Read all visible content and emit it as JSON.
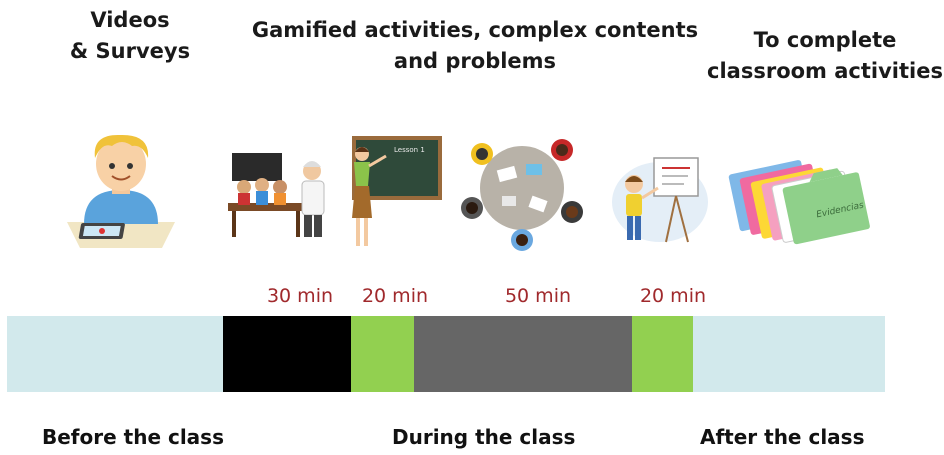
{
  "headers": {
    "before": [
      "Videos",
      "& Surveys"
    ],
    "during": [
      "Gamified activities, complex contents",
      "and problems"
    ],
    "after": [
      "To complete",
      "classroom activities"
    ]
  },
  "illustrations": {
    "blackboard_text": "Lesson 1",
    "folder_label": "Evidencias"
  },
  "durations": [
    "30 min",
    "20 min",
    "50 min",
    "20 min"
  ],
  "timeline": {
    "segments": [
      {
        "color": "#d2e9ec"
      },
      {
        "color": "#000000"
      },
      {
        "color": "#92d050"
      },
      {
        "color": "#666666"
      },
      {
        "color": "#92d050"
      },
      {
        "color": "#d2e9ec"
      }
    ]
  },
  "phases": [
    "Before the class",
    "During the class",
    "After the class"
  ],
  "colors": {
    "duration_text": "#a0292c",
    "light_segment": "#d2e9ec",
    "green_segment": "#92d050",
    "dark_segment": "#666666"
  }
}
